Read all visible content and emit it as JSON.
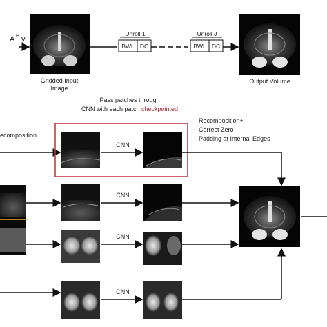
{
  "top_row": {
    "input_symbol_a": "A",
    "input_symbol_h": "H",
    "input_symbol_y": "y",
    "input_caption_line1": "Gridded Input",
    "input_caption_line2": "Image",
    "output_caption": "Output Volume",
    "unroll_1_label": "Unroll 1",
    "unroll_j_label": "Unroll J",
    "bwl_label": "BWL",
    "dc_label": "DC"
  },
  "middle": {
    "pass_line1": "Pass patches through",
    "pass_line2_prefix": "CNN with each patch ",
    "pass_line2_highlight": "checkpointed",
    "highlight_color": "#b0282f",
    "decomposition_label": "ecomposition",
    "recomposition_line1": "Recomposition+",
    "recomposition_line2": "Correct Zero",
    "recomposition_line3": "Padding at Internal Edges"
  },
  "patch_rows": [
    {
      "cnn_label": "CNN"
    },
    {
      "cnn_label": "CNN"
    },
    {
      "cnn_label": "CNN"
    },
    {
      "cnn_label": "CNN"
    }
  ],
  "colors": {
    "box_border": "#c0303a",
    "slice_line": "#e0b030"
  }
}
